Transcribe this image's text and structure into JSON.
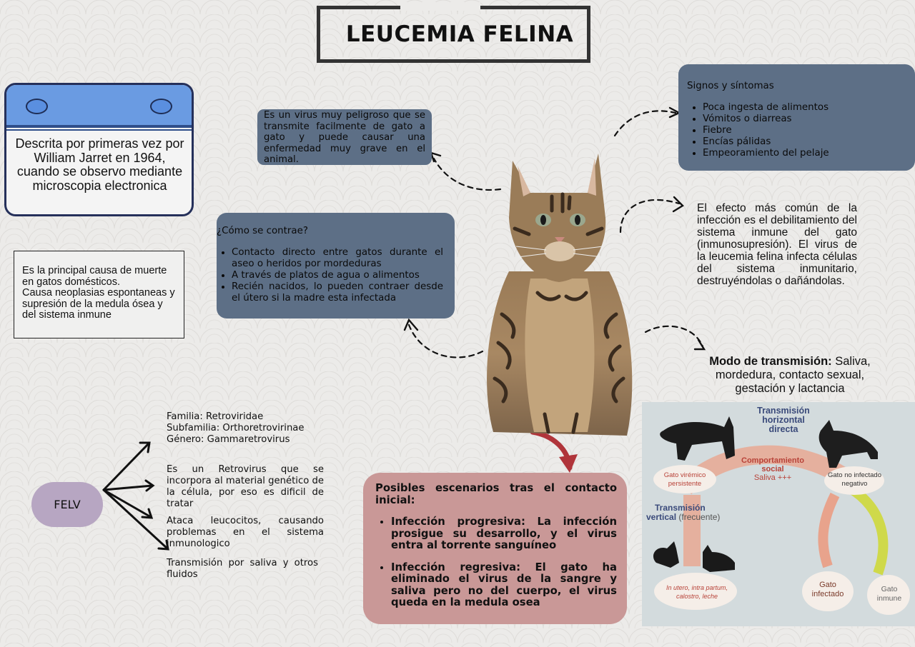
{
  "title": "LEUCEMIA FELINA",
  "calendar_text": "Descrita por primeras vez por William Jarret en 1964, cuando se observo mediante microscopia electronica",
  "causa_box": {
    "line1": "Es la principal causa de muerte en gatos domésticos.",
    "line2": "Causa neoplasias espontaneas y supresión de la medula ósea y del sistema inmune"
  },
  "virus_box": "Es un virus muy peligroso que se transmite facilmente de gato a gato y puede causar una enfermedad muy grave en el animal.",
  "contrae": {
    "title": "¿Cómo se contrae?",
    "items": [
      "Contacto directo entre gatos durante el aseo o heridos por mordeduras",
      "A través de platos de agua o alimentos",
      "Recién nacidos, lo pueden contraer desde el útero si la madre esta infectada"
    ]
  },
  "signos": {
    "title": "Signos y síntomas",
    "items": [
      "Poca ingesta de alimentos",
      "Vómitos o diarreas",
      "Fiebre",
      "Encías pálidas",
      "Empeoramiento del pelaje"
    ]
  },
  "efecto": {
    "part1": "El efecto más común de la infección es el debilitamiento del sistema inmune del ",
    "bold1": "gato",
    "part2": " (inmunosupresión). El virus de la ",
    "bold2": "leucemia felina",
    "part3": " infecta células del sistema inmunitario, destruyéndolas o dañándolas."
  },
  "modo": {
    "label": "Modo de transmisión:",
    "text": " Saliva, mordedura, contacto sexual, gestación y lactancia"
  },
  "felv": {
    "label": "FELV",
    "familia": "Familia: Retroviridae",
    "subfamilia": "Subfamilia: Orthoretrovirinae",
    "genero": "Género: Gammaretrovirus",
    "retrovirus": "Es un Retrovirus que se incorpora al material genético de la célula, por eso es dificil de tratar",
    "ataca": "Ataca leucocitos, causando problemas en el sistema inmunologico",
    "transmision": "Transmisión por saliva y otros fluidos"
  },
  "escenarios": {
    "title": "Posibles escenarios tras el contacto inicial:",
    "items": [
      "Infección progresiva: La infección prosigue su desarrollo, y el virus entra al torrente sanguíneo",
      "Infección regresiva: El gato ha eliminado el virus de la sangre y saliva pero no del cuerpo, el virus queda en la medula osea"
    ]
  },
  "infographic": {
    "horizontal_1": "Transmisión",
    "horizontal_2": "horizontal directa",
    "comport_1": "Comportamiento",
    "comport_2": "social",
    "comport_3": "Saliva +++",
    "viremico_1": "Gato virémico",
    "viremico_2": "persistente",
    "noinf_1": "Gato no infectado",
    "noinf_2": "negativo",
    "vertical_1": "Transmisión",
    "vertical_2": "vertical",
    "vertical_3": "(frecuente)",
    "utero_1": "In utero, intra partum,",
    "utero_2": "calostro, leche",
    "infectado_1": "Gato",
    "infectado_2": "infectado",
    "inmune_1": "Gato",
    "inmune_2": "inmune"
  },
  "colors": {
    "dark_box": "#5d6f86",
    "calendar_head": "#6a9be2",
    "felv": "#b7a6c2",
    "escenarios": "#c99897",
    "red_arrow": "#b0343a"
  }
}
